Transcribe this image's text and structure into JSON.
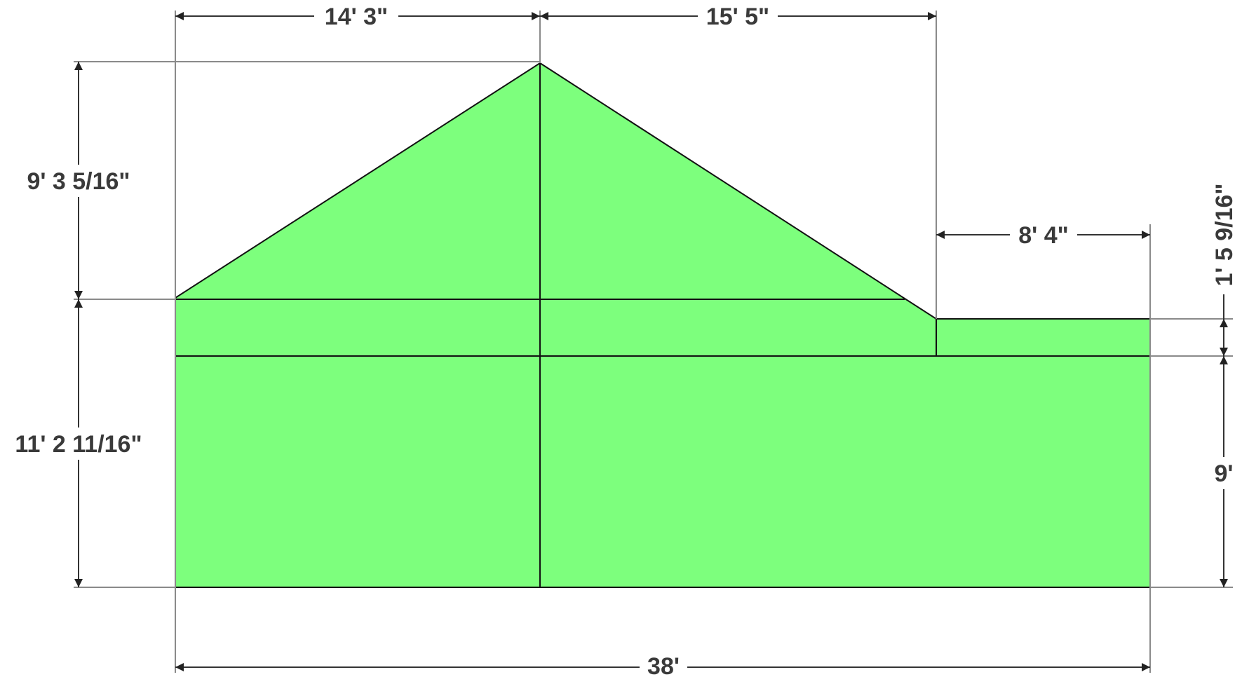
{
  "drawing": {
    "fill_color": "#7dff7d",
    "edge_color": "#111111",
    "background": "#ffffff",
    "dimensions": {
      "top_left_width": "14' 3\"",
      "top_right_width": "15' 5\"",
      "gable_height": "9' 3 5/16\"",
      "wall_height": "11' 2 11/16\"",
      "annex_width": "8' 4\"",
      "annex_step": "1' 5 9/16\"",
      "annex_wall_height": "9'",
      "total_width": "38'"
    }
  }
}
